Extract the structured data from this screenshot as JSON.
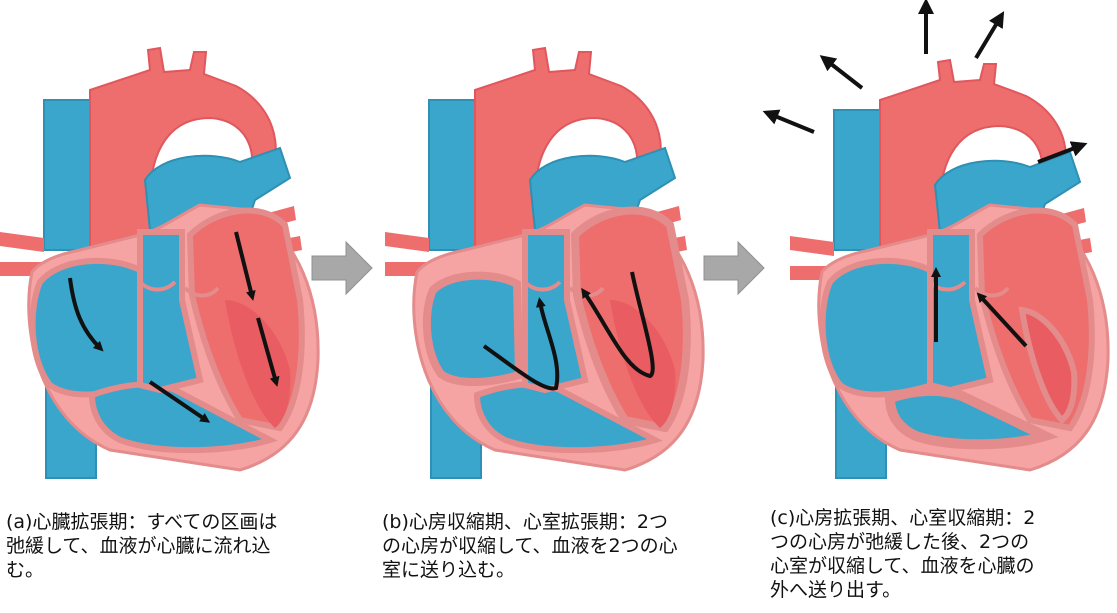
{
  "colors": {
    "blood_blue": "#3aa6cb",
    "blood_blue_dark": "#2e90b3",
    "blood_red": "#ee6d6d",
    "heart_wall": "#f6a3a3",
    "heart_outline": "#e48b8b",
    "ventricle_red": "#e85c62",
    "arrow": "#111111",
    "step_arrow": "#a8a8a8"
  },
  "panels": [
    {
      "id": "a",
      "caption": "(a)心臓拡張期：すべての区画は\n弛緩して、血液が心臓に流れ込\nむ。"
    },
    {
      "id": "b",
      "caption": "(b)心房収縮期、心室拡張期：2つ\nの心房が収縮して、血液を2つの心\n室に送り込む。"
    },
    {
      "id": "c",
      "caption": "(c)心房拡張期、心室収縮期：2\nつの心房が弛緩した後、2つの\n心室が収縮して、血液を心臓の\n外へ送り出す。"
    }
  ]
}
